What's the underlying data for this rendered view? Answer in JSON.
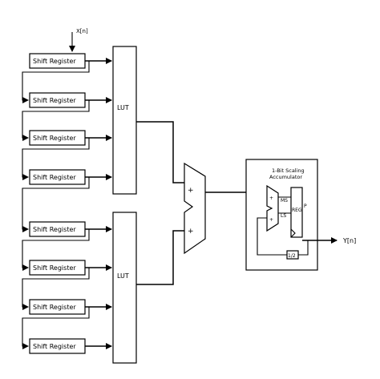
{
  "inputs": {
    "x": "X[n]"
  },
  "shift_register_label": "Shift Register",
  "shift_register_count": 8,
  "lut_labels": [
    "LUT",
    "LUT"
  ],
  "adder": {
    "plus_top": "+",
    "plus_bottom": "+"
  },
  "accumulator": {
    "title_line1": "1-Bit Scaling",
    "title_line2": "Accumulator",
    "mux_top_sign": "+",
    "mux_bottom_sign": "+",
    "ms_label": "MS",
    "ls_label": "LS",
    "reg_label": "REG",
    "p_label": "P",
    "divider_label": "1/2"
  },
  "output": {
    "y": "Y[n]"
  }
}
